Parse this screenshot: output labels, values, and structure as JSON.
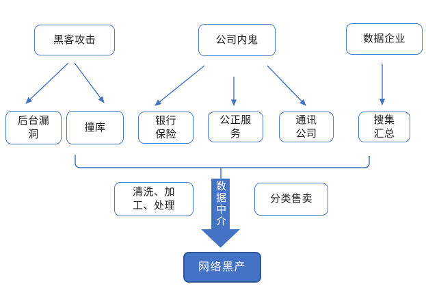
{
  "sources": [
    {
      "label": "黑客攻击"
    },
    {
      "label": "公司内鬼"
    },
    {
      "label": "数据企业"
    }
  ],
  "channels": [
    {
      "label": "后台漏\n洞"
    },
    {
      "label": "撞库"
    },
    {
      "label": "银行\n保险"
    },
    {
      "label": "公正服\n务"
    },
    {
      "label": "通讯\n公司"
    },
    {
      "label": "搜集\n汇总"
    }
  ],
  "processing": {
    "left_label": "清洗、加\n工、处理",
    "arrow_label": "数据中介",
    "right_label": "分类售卖"
  },
  "sink": {
    "label": "网络黑产"
  },
  "colors": {
    "line": "#4472C4",
    "node_border": "#4A7AD0",
    "solid_fill": "#4472C4",
    "sink_border": "#2E5596",
    "text": "#1F1F1F",
    "inverse_text": "#FFFFFF"
  }
}
